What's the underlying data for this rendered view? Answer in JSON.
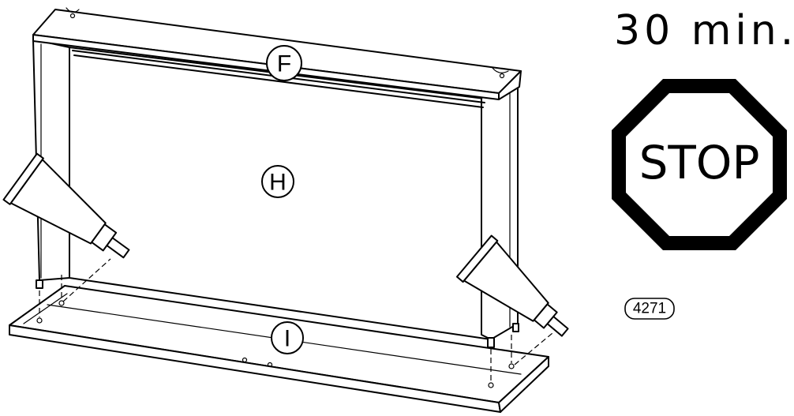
{
  "part_labels": {
    "top_panel": "F",
    "back_panel": "H",
    "base_panel": "I"
  },
  "drying_time": "30 min.",
  "stop_sign_text": "STOP",
  "part_code": "4271",
  "icons": {
    "glue_tube": "glue-tube-icon",
    "stop_sign": "stop-sign-icon"
  },
  "colors": {
    "ink": "#000000",
    "paper": "#ffffff"
  }
}
